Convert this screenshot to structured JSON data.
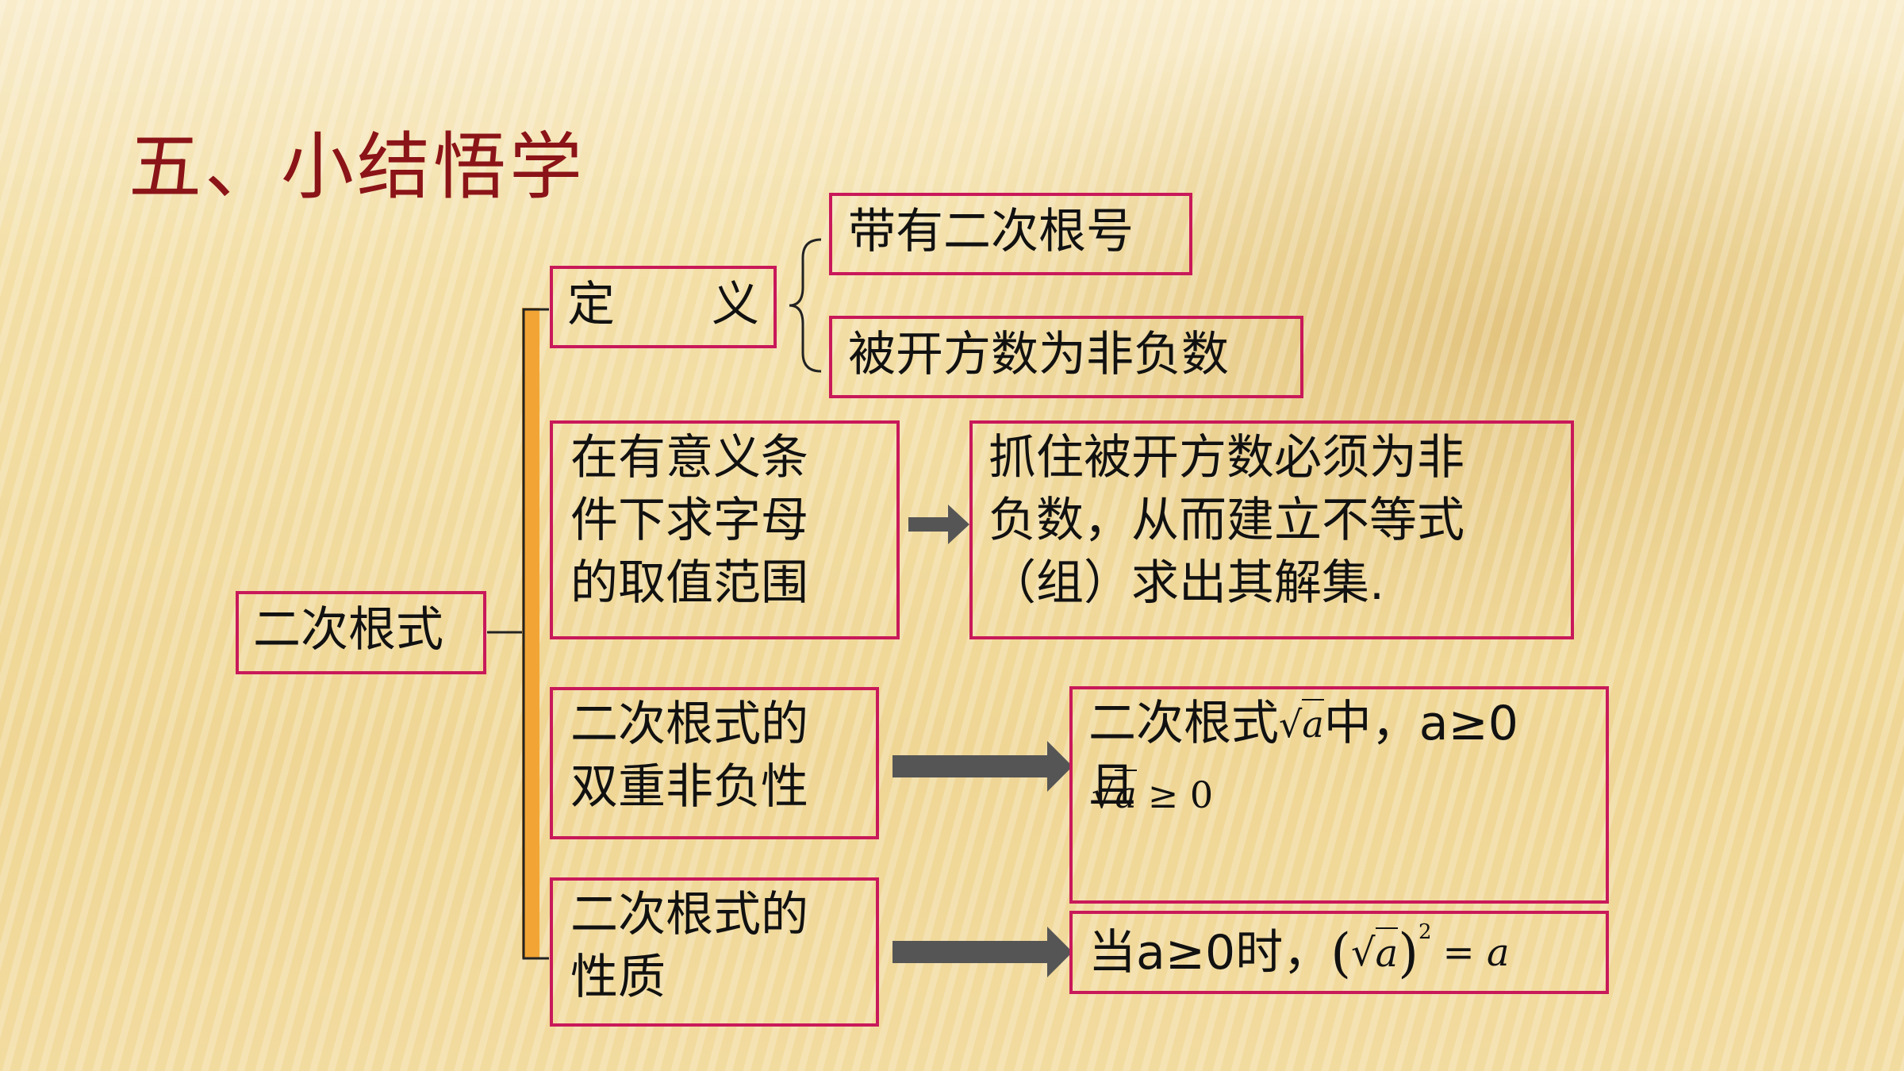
{
  "title": "五、小结悟学",
  "root": "二次根式",
  "definition": {
    "label": "定 义",
    "label_chars": [
      "定",
      "义"
    ],
    "items": [
      "带有二次根号",
      "被开方数为非负数"
    ]
  },
  "range": {
    "lines": [
      "在有意义条",
      "件下求字母",
      "的取值范围"
    ],
    "result_lines": [
      "抓住被开方数必须为非",
      "负数，从而建立不等式",
      "（组）求出其解集."
    ]
  },
  "nonneg": {
    "lines": [
      "二次根式的",
      "双重非负性"
    ],
    "result_prefix": "二次根式",
    "result_mid": "中，a≥0",
    "result_second": "且",
    "formula_var": "a",
    "formula_rel": "≥ 0"
  },
  "property": {
    "lines": [
      "二次根式的",
      "性质"
    ],
    "result_prefix": "当a≥0时，",
    "formula_var": "a",
    "formula_exp": "2",
    "formula_rhs": "= a"
  },
  "colors": {
    "title": "#8b1418",
    "box_border": "#c8195a",
    "brace": "#f2a534",
    "arrow": "#555555"
  }
}
